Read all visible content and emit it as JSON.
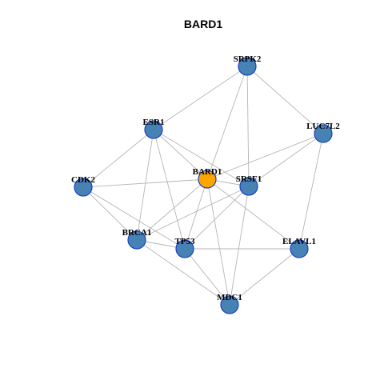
{
  "title": "BARD1",
  "colors": {
    "center_fill": "#ffa500",
    "node_fill": "#4682b4",
    "node_stroke": "#1f3fbf",
    "edge": "#b5b5b5"
  },
  "network": {
    "center": "BARD1",
    "nodes": [
      {
        "id": "SRPK2"
      },
      {
        "id": "ESR1"
      },
      {
        "id": "LUC7L2"
      },
      {
        "id": "BARD1"
      },
      {
        "id": "SRSF1"
      },
      {
        "id": "CDK2"
      },
      {
        "id": "BRCA1"
      },
      {
        "id": "TP53"
      },
      {
        "id": "ELAVL1"
      },
      {
        "id": "MDC1"
      }
    ],
    "edges": [
      [
        "SRPK2",
        "ESR1"
      ],
      [
        "SRPK2",
        "BARD1"
      ],
      [
        "SRPK2",
        "SRSF1"
      ],
      [
        "SRPK2",
        "LUC7L2"
      ],
      [
        "ESR1",
        "CDK2"
      ],
      [
        "ESR1",
        "BARD1"
      ],
      [
        "ESR1",
        "SRSF1"
      ],
      [
        "ESR1",
        "BRCA1"
      ],
      [
        "ESR1",
        "TP53"
      ],
      [
        "LUC7L2",
        "BARD1"
      ],
      [
        "LUC7L2",
        "SRSF1"
      ],
      [
        "LUC7L2",
        "ELAVL1"
      ],
      [
        "CDK2",
        "BARD1"
      ],
      [
        "CDK2",
        "BRCA1"
      ],
      [
        "CDK2",
        "TP53"
      ],
      [
        "BARD1",
        "SRSF1"
      ],
      [
        "BARD1",
        "BRCA1"
      ],
      [
        "BARD1",
        "TP53"
      ],
      [
        "BARD1",
        "ELAVL1"
      ],
      [
        "BARD1",
        "MDC1"
      ],
      [
        "SRSF1",
        "BRCA1"
      ],
      [
        "SRSF1",
        "TP53"
      ],
      [
        "SRSF1",
        "MDC1"
      ],
      [
        "BRCA1",
        "TP53"
      ],
      [
        "BRCA1",
        "MDC1"
      ],
      [
        "TP53",
        "ELAVL1"
      ],
      [
        "TP53",
        "MDC1"
      ],
      [
        "ELAVL1",
        "MDC1"
      ]
    ]
  }
}
